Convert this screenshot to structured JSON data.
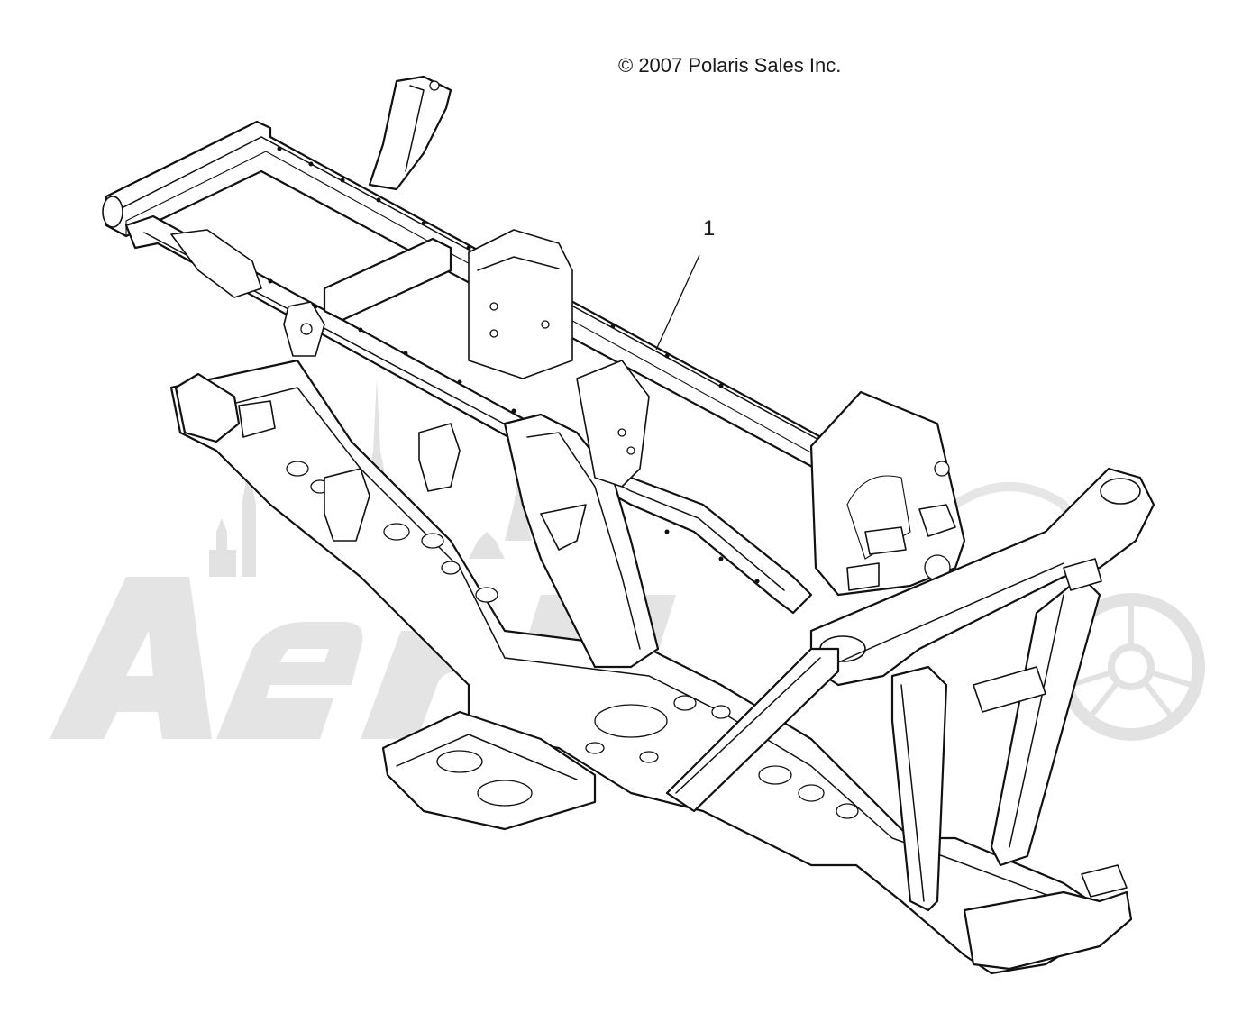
{
  "copyright": "© 2007 Polaris Sales Inc.",
  "callouts": [
    {
      "label": "1"
    }
  ],
  "watermark": {
    "text": "AerM",
    "color": "#dcdcdc"
  },
  "colors": {
    "line": "#111111",
    "background": "#ffffff"
  }
}
